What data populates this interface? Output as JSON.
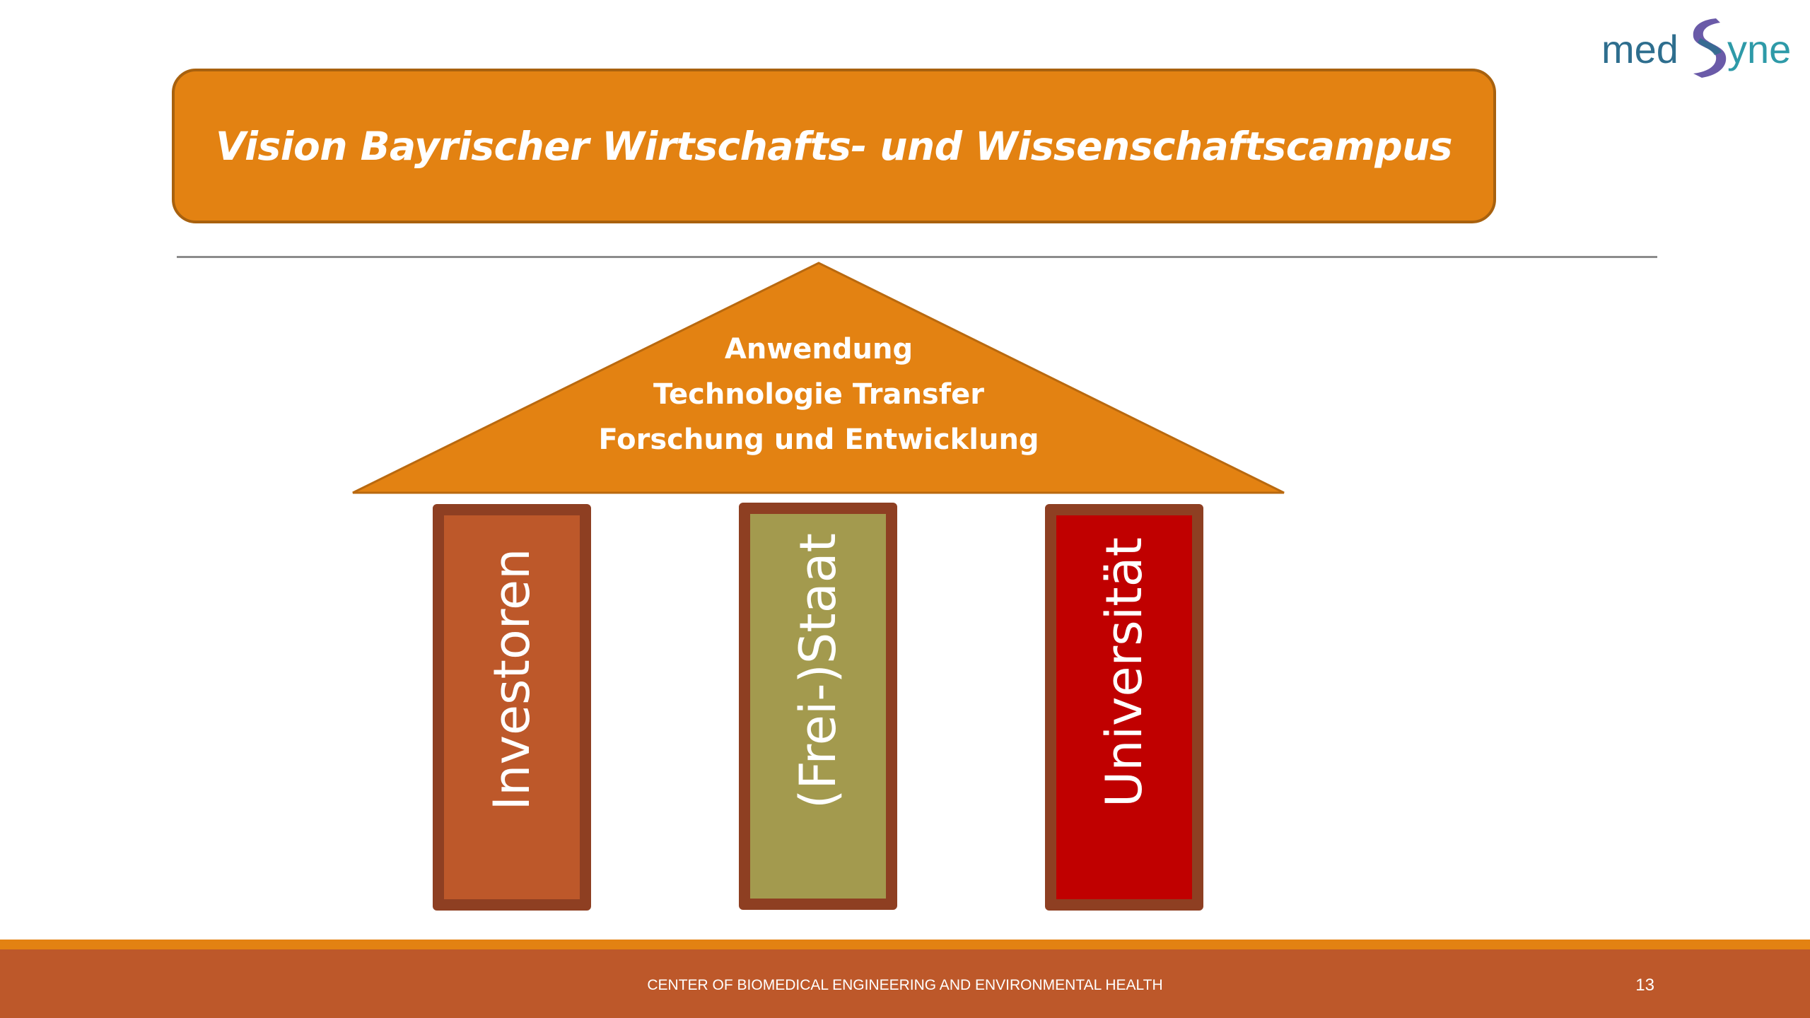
{
  "logo": {
    "text_left": "med",
    "text_right": "yne",
    "colors": {
      "text": "#2E6E8E",
      "mark": "#6A5AA8"
    }
  },
  "title": "Vision Bayrischer Wirtschafts- und Wissenschaftscampus",
  "roof": {
    "lines": [
      "Anwendung",
      "Technologie Transfer",
      "Forschung und Entwicklung"
    ]
  },
  "pillars": [
    {
      "label": "Investoren",
      "color": "#BD582A"
    },
    {
      "label": "(Frei-)Staat",
      "color": "#A39A4E"
    },
    {
      "label": "Universität",
      "color": "#C00000"
    }
  ],
  "footer": {
    "text": "CENTER OF BIOMEDICAL ENGINEERING AND ENVIRONMENTAL HEALTH",
    "page_number": "13"
  },
  "colors": {
    "orange": "#E38212",
    "rust": "#BD582A",
    "pillar_border": "#8E3F22"
  }
}
